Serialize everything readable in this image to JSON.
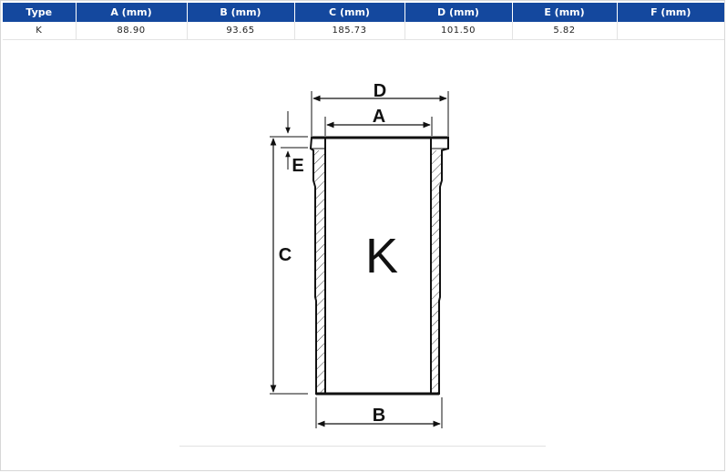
{
  "table": {
    "headers": [
      "Type",
      "A (mm)",
      "B (mm)",
      "C (mm)",
      "D (mm)",
      "E (mm)",
      "F (mm)"
    ],
    "row": [
      "K",
      "88.90",
      "93.65",
      "185.73",
      "101.50",
      "5.82",
      ""
    ]
  },
  "diagram": {
    "labels": {
      "A": "A",
      "B": "B",
      "C": "C",
      "D": "D",
      "E": "E",
      "type_letter": "K"
    }
  }
}
